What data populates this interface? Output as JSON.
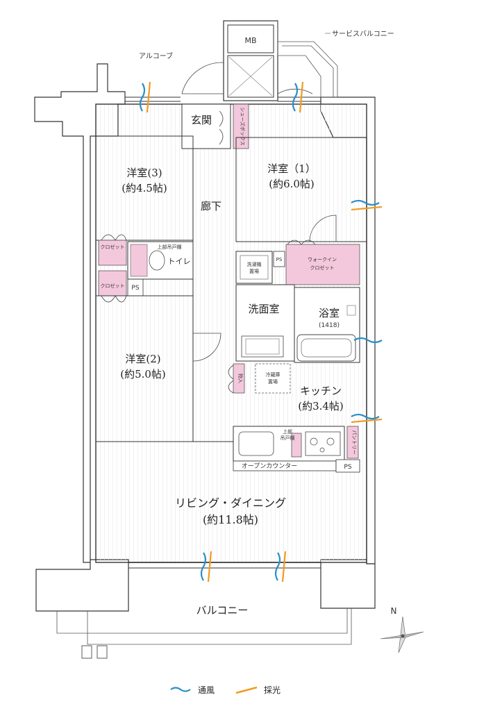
{
  "rooms": {
    "western3": {
      "name": "洋室(3)",
      "size": "(約4.5帖)"
    },
    "western1": {
      "name": "洋室（1）",
      "size": "(約6.0帖)"
    },
    "western2": {
      "name": "洋室(2)",
      "size": "(約5.0帖)"
    },
    "kitchen": {
      "name": "キッチン",
      "size": "(約3.4帖)"
    },
    "living": {
      "name": "リビング・ダイニング",
      "size": "(約11.8帖)"
    },
    "bath": {
      "name": "浴室",
      "size": "(1418)"
    },
    "entrance": "玄関",
    "corridor": "廊下",
    "washroom": "洗面室",
    "toilet": "トイレ",
    "balcony": "バルコニー"
  },
  "labels": {
    "mb": "MB",
    "alcove": "アルコーブ",
    "service_balcony": "サービスバルコニー",
    "shoes_box": "シューズボックス",
    "closet": "クロゼット",
    "upper_shelf": "上部吊戸棚",
    "ps": "PS",
    "washer": "洗濯機",
    "washer_place": "置場",
    "walk_in_closet_1": "ウォークイン",
    "walk_in_closet_2": "クロゼット",
    "storage": "物入",
    "fridge": "冷蔵庫",
    "fridge_place": "置場",
    "upper_cabinet_1": "上部",
    "upper_cabinet_2": "吊戸棚",
    "pantry": "パントリー",
    "open_counter": "オープンカウンター",
    "north": "N"
  },
  "legend": {
    "ventilation": "通風",
    "daylight": "採光"
  },
  "colors": {
    "closet": "#f4c8dc",
    "ventilation": "#2a8fc7",
    "daylight": "#f29a1f"
  }
}
